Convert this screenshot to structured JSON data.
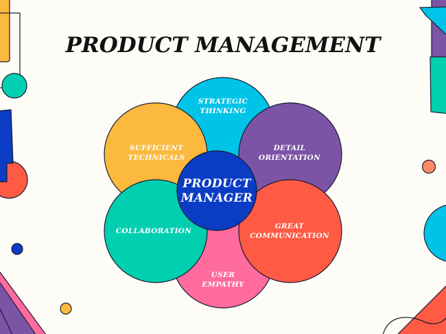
{
  "title": "PRODUCT MANAGEMENT",
  "center": {
    "label": "PRODUCT\nMANAGER",
    "color": "#0a3cc4"
  },
  "petals": [
    {
      "label": "STRATEGIC\nTHINKING",
      "color": "#00c3e8"
    },
    {
      "label": "USER\nEMPATHY",
      "color": "#ff6b9e"
    },
    {
      "label": "SUFFICIENT\nTECHNICALS",
      "color": "#fbb93e"
    },
    {
      "label": "DETAIL\nORIENTATION",
      "color": "#7b54a6"
    },
    {
      "label": "COLLABORATION",
      "color": "#00cfb0"
    },
    {
      "label": "GREAT\nCOMMUNICATION",
      "color": "#ff5a44"
    }
  ]
}
